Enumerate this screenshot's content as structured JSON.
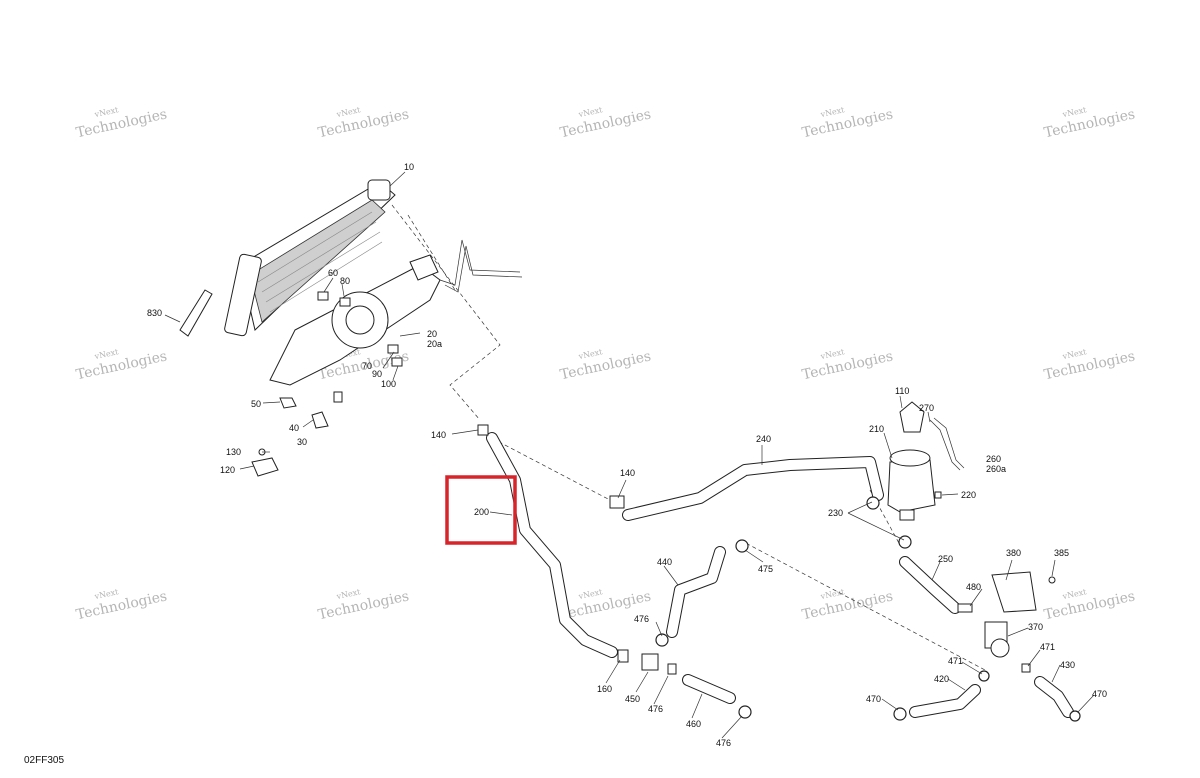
{
  "diagram": {
    "code": "02FF305",
    "watermark": {
      "line1": "vNext",
      "line2": "Technologies"
    },
    "highlight": {
      "label": "200",
      "color": "#d8232a"
    },
    "callouts": [
      "10",
      "60",
      "80",
      "830",
      "20",
      "20a",
      "70",
      "90",
      "100",
      "50",
      "40",
      "30",
      "130",
      "120",
      "140",
      "140",
      "240",
      "110",
      "270",
      "210",
      "260",
      "260a",
      "220",
      "230",
      "250",
      "380",
      "385",
      "480",
      "440",
      "475",
      "476",
      "370",
      "471",
      "471",
      "430",
      "420",
      "470",
      "470",
      "160",
      "450",
      "476",
      "460",
      "476"
    ]
  }
}
